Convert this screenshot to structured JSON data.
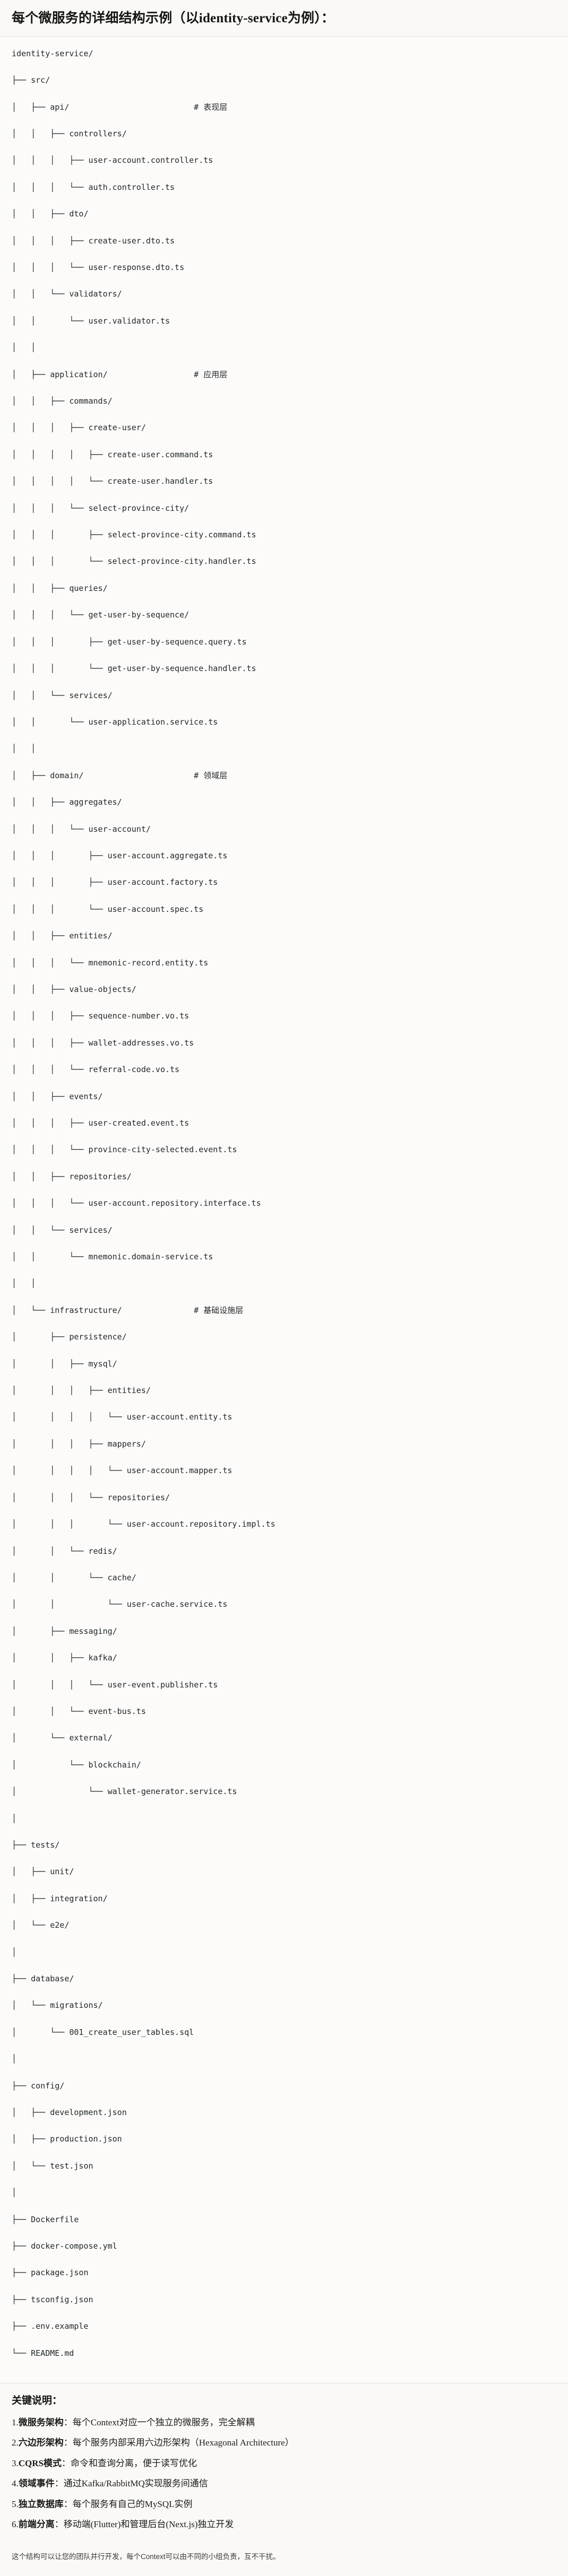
{
  "heading": {
    "title": "每个微服务的详细结构示例（以identity-service为例）："
  },
  "tree": {
    "root": "identity-service/",
    "lines": [
      "identity-service/",
      "├── src/",
      "│   ├── api/                          # 表现层",
      "│   │   ├── controllers/",
      "│   │   │   ├── user-account.controller.ts",
      "│   │   │   └── auth.controller.ts",
      "│   │   ├── dto/",
      "│   │   │   ├── create-user.dto.ts",
      "│   │   │   └── user-response.dto.ts",
      "│   │   └── validators/",
      "│   │       └── user.validator.ts",
      "│   │",
      "│   ├── application/                  # 应用层",
      "│   │   ├── commands/",
      "│   │   │   ├── create-user/",
      "│   │   │   │   ├── create-user.command.ts",
      "│   │   │   │   └── create-user.handler.ts",
      "│   │   │   └── select-province-city/",
      "│   │   │       ├── select-province-city.command.ts",
      "│   │   │       └── select-province-city.handler.ts",
      "│   │   ├── queries/",
      "│   │   │   └── get-user-by-sequence/",
      "│   │   │       ├── get-user-by-sequence.query.ts",
      "│   │   │       └── get-user-by-sequence.handler.ts",
      "│   │   └── services/",
      "│   │       └── user-application.service.ts",
      "│   │",
      "│   ├── domain/                       # 领域层",
      "│   │   ├── aggregates/",
      "│   │   │   └── user-account/",
      "│   │   │       ├── user-account.aggregate.ts",
      "│   │   │       ├── user-account.factory.ts",
      "│   │   │       └── user-account.spec.ts",
      "│   │   ├── entities/",
      "│   │   │   └── mnemonic-record.entity.ts",
      "│   │   ├── value-objects/",
      "│   │   │   ├── sequence-number.vo.ts",
      "│   │   │   ├── wallet-addresses.vo.ts",
      "│   │   │   └── referral-code.vo.ts",
      "│   │   ├── events/",
      "│   │   │   ├── user-created.event.ts",
      "│   │   │   └── province-city-selected.event.ts",
      "│   │   ├── repositories/",
      "│   │   │   └── user-account.repository.interface.ts",
      "│   │   └── services/",
      "│   │       └── mnemonic.domain-service.ts",
      "│   │",
      "│   └── infrastructure/               # 基础设施层",
      "│       ├── persistence/",
      "│       │   ├── mysql/",
      "│       │   │   ├── entities/",
      "│       │   │   │   └── user-account.entity.ts",
      "│       │   │   ├── mappers/",
      "│       │   │   │   └── user-account.mapper.ts",
      "│       │   │   └── repositories/",
      "│       │   │       └── user-account.repository.impl.ts",
      "│       │   └── redis/",
      "│       │       └── cache/",
      "│       │           └── user-cache.service.ts",
      "│       ├── messaging/",
      "│       │   ├── kafka/",
      "│       │   │   └── user-event.publisher.ts",
      "│       │   └── event-bus.ts",
      "│       └── external/",
      "│           └── blockchain/",
      "│               └── wallet-generator.service.ts",
      "│",
      "├── tests/",
      "│   ├── unit/",
      "│   ├── integration/",
      "│   └── e2e/",
      "│",
      "├── database/",
      "│   └── migrations/",
      "│       └── 001_create_user_tables.sql",
      "│",
      "├── config/",
      "│   ├── development.json",
      "│   ├── production.json",
      "│   └── test.json",
      "│",
      "├── Dockerfile",
      "├── docker-compose.yml",
      "├── package.json",
      "├── tsconfig.json",
      "├── .env.example",
      "└── README.md"
    ],
    "layer_comments": [
      "# 表现层",
      "# 应用层",
      "# 领域层",
      "# 基础设施层"
    ]
  },
  "notes": {
    "title": "关键说明：",
    "items": [
      {
        "num": "1.",
        "term": "微服务架构",
        "sep": "：",
        "desc": "每个Context对应一个独立的微服务，完全解耦"
      },
      {
        "num": "2.",
        "term": "六边形架构",
        "sep": "：",
        "desc": "每个服务内部采用六边形架构（Hexagonal Architecture）"
      },
      {
        "num": "3.",
        "term": "CQRS模式",
        "sep": "：",
        "desc": "命令和查询分离，便于读写优化"
      },
      {
        "num": "4.",
        "term": "领域事件",
        "sep": "：",
        "desc": "通过Kafka/RabbitMQ实现服务间通信"
      },
      {
        "num": "5.",
        "term": "独立数据库",
        "sep": "：",
        "desc": "每个服务有自己的MySQL实例"
      },
      {
        "num": "6.",
        "term": "前端分离",
        "sep": "：",
        "desc": "移动端(Flutter)和管理后台(Next.js)独立开发"
      }
    ]
  },
  "footer": {
    "text": "这个结构可以让您的团队并行开发，每个Context可以由不同的小组负责，互不干扰。"
  }
}
